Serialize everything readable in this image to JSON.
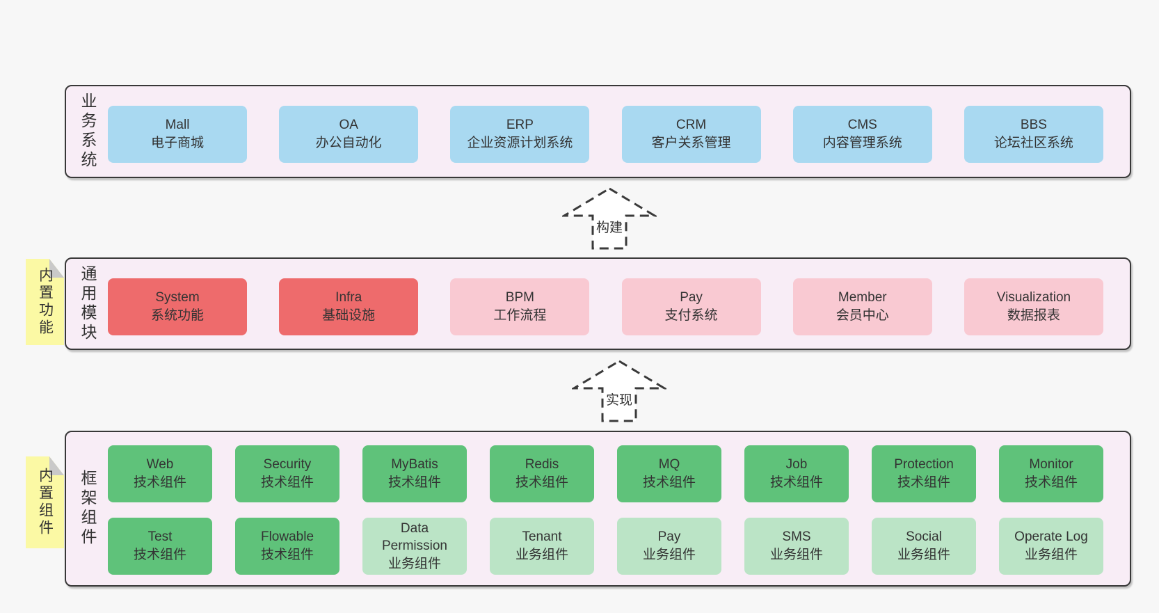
{
  "palette": {
    "blue": "#a9d9f1",
    "red": "#ee6b6c",
    "pink": "#f9c9d2",
    "green": "#5fc27a",
    "lightgreen": "#bbe4c6",
    "sticky_yellow": "#fbf9a4",
    "sticky_fold": "#c9c9c9",
    "container_bg": "#f8edf6",
    "container_border": "#383838",
    "page_bg": "#f7f7f7",
    "text": "#333333",
    "arrow_stroke": "#3a3a3a"
  },
  "layers": {
    "business": {
      "label": "业务系统",
      "boxes": [
        {
          "en": "Mall",
          "zh": "电子商城",
          "color": "blue"
        },
        {
          "en": "OA",
          "zh": "办公自动化",
          "color": "blue"
        },
        {
          "en": "ERP",
          "zh": "企业资源计划系统",
          "color": "blue"
        },
        {
          "en": "CRM",
          "zh": "客户关系管理",
          "color": "blue"
        },
        {
          "en": "CMS",
          "zh": "内容管理系统",
          "color": "blue"
        },
        {
          "en": "BBS",
          "zh": "论坛社区系统",
          "color": "blue"
        }
      ]
    },
    "modules": {
      "label": "通用模块",
      "sticky": "内置功能",
      "boxes": [
        {
          "en": "System",
          "zh": "系统功能",
          "color": "red"
        },
        {
          "en": "Infra",
          "zh": "基础设施",
          "color": "red"
        },
        {
          "en": "BPM",
          "zh": "工作流程",
          "color": "pink"
        },
        {
          "en": "Pay",
          "zh": "支付系统",
          "color": "pink"
        },
        {
          "en": "Member",
          "zh": "会员中心",
          "color": "pink"
        },
        {
          "en": "Visualization",
          "zh": "数据报表",
          "color": "pink"
        }
      ]
    },
    "components": {
      "label": "框架组件",
      "sticky": "内置组件",
      "row1": [
        {
          "en": "Web",
          "zh": "技术组件",
          "color": "green"
        },
        {
          "en": "Security",
          "zh": "技术组件",
          "color": "green"
        },
        {
          "en": "MyBatis",
          "zh": "技术组件",
          "color": "green"
        },
        {
          "en": "Redis",
          "zh": "技术组件",
          "color": "green"
        },
        {
          "en": "MQ",
          "zh": "技术组件",
          "color": "green"
        },
        {
          "en": "Job",
          "zh": "技术组件",
          "color": "green"
        },
        {
          "en": "Protection",
          "zh": "技术组件",
          "color": "green"
        },
        {
          "en": "Monitor",
          "zh": "技术组件",
          "color": "green"
        }
      ],
      "row2": [
        {
          "en": "Test",
          "zh": "技术组件",
          "color": "green"
        },
        {
          "en": "Flowable",
          "zh": "技术组件",
          "color": "green"
        },
        {
          "en": "Data Permission",
          "zh": "业务组件",
          "color": "lightgreen"
        },
        {
          "en": "Tenant",
          "zh": "业务组件",
          "color": "lightgreen"
        },
        {
          "en": "Pay",
          "zh": "业务组件",
          "color": "lightgreen"
        },
        {
          "en": "SMS",
          "zh": "业务组件",
          "color": "lightgreen"
        },
        {
          "en": "Social",
          "zh": "业务组件",
          "color": "lightgreen"
        },
        {
          "en": "Operate Log",
          "zh": "业务组件",
          "color": "lightgreen"
        }
      ]
    }
  },
  "arrows": [
    {
      "label": "构建"
    },
    {
      "label": "实现"
    }
  ]
}
